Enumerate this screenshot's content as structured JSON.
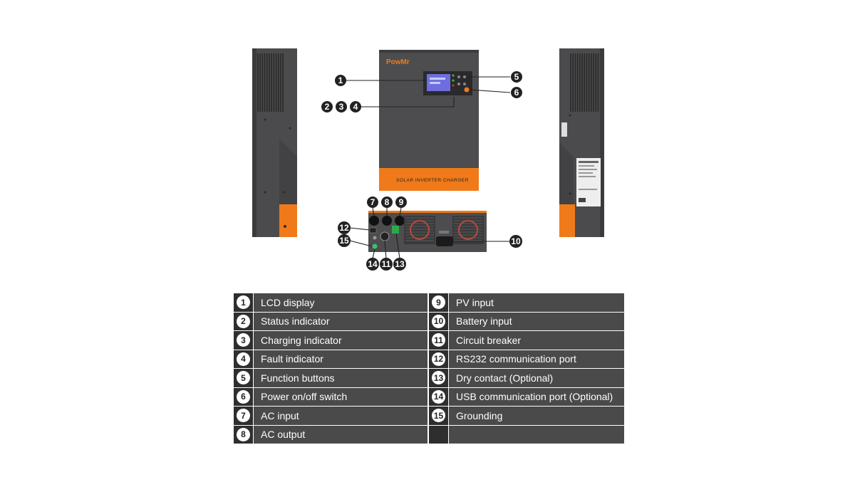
{
  "device": {
    "brand": "PowMr",
    "panel_text": "SOLAR INVERTER CHARGER"
  },
  "markers": [
    "1",
    "2",
    "3",
    "4",
    "5",
    "6",
    "7",
    "8",
    "9",
    "10",
    "11",
    "12",
    "13",
    "14",
    "15"
  ],
  "legend": {
    "left": [
      {
        "num": "1",
        "label": "LCD display"
      },
      {
        "num": "2",
        "label": "Status indicator"
      },
      {
        "num": "3",
        "label": "Charging indicator"
      },
      {
        "num": "4",
        "label": "Fault indicator"
      },
      {
        "num": "5",
        "label": "Function buttons"
      },
      {
        "num": "6",
        "label": "Power on/off switch"
      },
      {
        "num": "7",
        "label": "AC input"
      },
      {
        "num": "8",
        "label": "AC output"
      }
    ],
    "right": [
      {
        "num": "9",
        "label": "PV input"
      },
      {
        "num": "10",
        "label": "Battery input"
      },
      {
        "num": "11",
        "label": "Circuit breaker"
      },
      {
        "num": "12",
        "label": "RS232 communication port"
      },
      {
        "num": "13",
        "label": "Dry contact (Optional)"
      },
      {
        "num": "14",
        "label": "USB communication port (Optional)"
      },
      {
        "num": "15",
        "label": "Grounding"
      },
      {
        "num": "",
        "label": ""
      }
    ]
  },
  "colors": {
    "body": "#4d4d4f",
    "accent": "#f07a1a",
    "legend_bg": "#4a4a4a",
    "lcd": "#6e6ee0"
  }
}
